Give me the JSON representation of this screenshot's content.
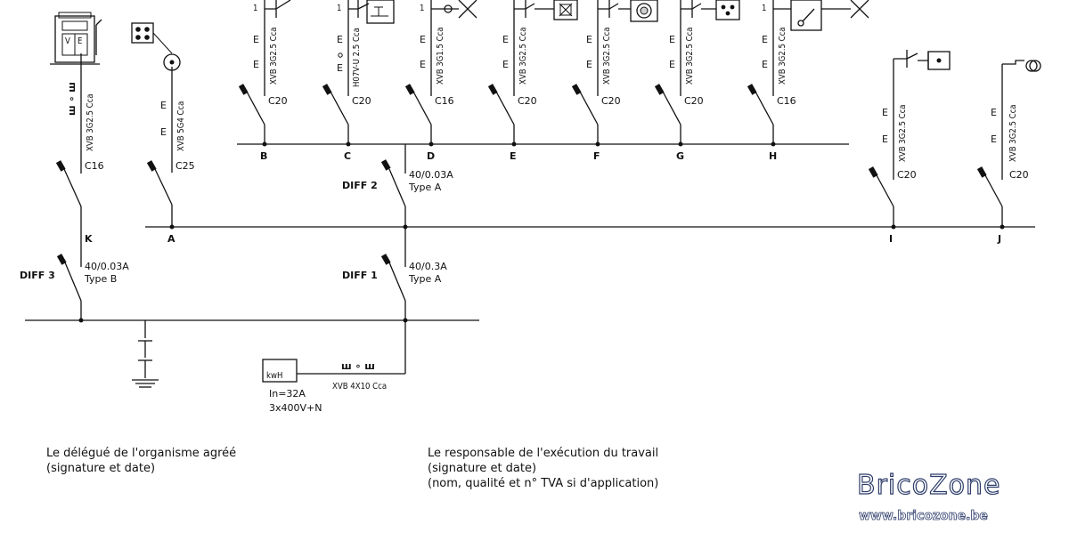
{
  "diagram": {
    "circuits": [
      {
        "id": "B",
        "cable": "XVB 3G2.5 Cca",
        "breaker": "C20"
      },
      {
        "id": "C",
        "cable": "H07V-U 2.5 Cca",
        "breaker": "C20"
      },
      {
        "id": "D",
        "cable": "XVB 3G1.5 Cca",
        "breaker": "C16"
      },
      {
        "id": "E",
        "cable": "XVB 3G2.5 Cca",
        "breaker": "C20"
      },
      {
        "id": "F",
        "cable": "XVB 3G2.5 Cca",
        "breaker": "C20"
      },
      {
        "id": "G",
        "cable": "XVB 3G2.5 Cca",
        "breaker": "C20"
      },
      {
        "id": "H",
        "cable": "XVB 3G2.5 Cca",
        "breaker": "C16"
      },
      {
        "id": "I",
        "cable": "XVB 3G2.5 Cca",
        "breaker": "C20"
      },
      {
        "id": "J",
        "cable": "XVB 3G2.5 Cca",
        "breaker": "C20"
      },
      {
        "id": "K",
        "cable": "XVB 3G2.5 Cca",
        "breaker": "C16"
      },
      {
        "id": "A",
        "cable": "XVB 5G4 Cca",
        "breaker": "C25"
      }
    ],
    "differentials": [
      {
        "name": "DIFF 1",
        "rating": "40/0.3A",
        "type": "Type A"
      },
      {
        "name": "DIFF 2",
        "rating": "40/0.03A",
        "type": "Type A"
      },
      {
        "name": "DIFF 3",
        "rating": "40/0.03A",
        "type": "Type B"
      }
    ],
    "meter": {
      "label": "kwH",
      "cable": "XVB 4X10 Cca",
      "current": "In=32A",
      "voltage": "3x400V+N"
    },
    "marks": {
      "socket_letter": "E",
      "point_count": "1",
      "ev_v": "V",
      "ev_e": "E"
    }
  },
  "signatures": {
    "left": [
      "Le délégué de l'organisme agréé",
      "(signature et date)"
    ],
    "right": [
      "Le responsable de l'exécution du travail",
      "(signature et date)",
      "(nom, qualité et n° TVA si d'application)"
    ]
  },
  "logo": {
    "title": "BricoZone",
    "url": "www.bricozone.be",
    "color": "#2e3d6a"
  }
}
